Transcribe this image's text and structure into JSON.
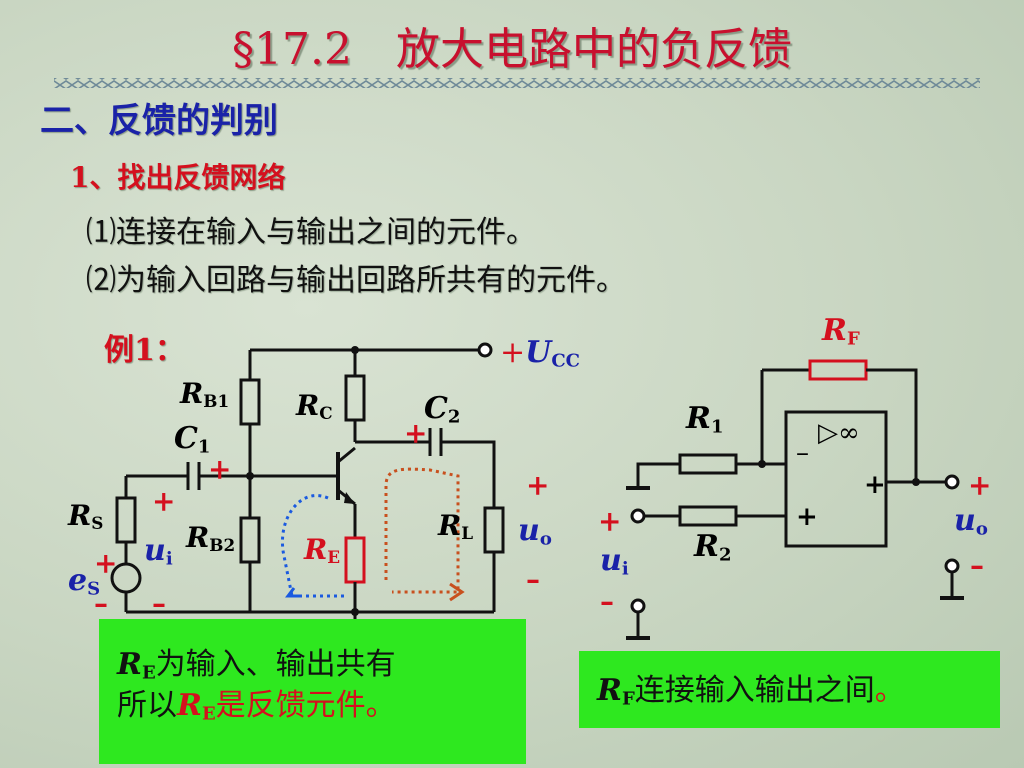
{
  "title": "§17.2　放大电路中的负反馈",
  "section": "二、反馈的判别",
  "subsection": "1、找出反馈网络",
  "points": [
    "⑴连接在输入与输出之间的元件。",
    "⑵为输入回路与输出回路所共有的元件。"
  ],
  "example_label": "例1：",
  "left_circuit": {
    "ucc_plus": "+",
    "ucc": "U",
    "ucc_sub": "CC",
    "rb1": "R",
    "rb1_sub": "B1",
    "rc": "R",
    "rc_sub": "C",
    "c2": "C",
    "c2_sub": "2",
    "c1": "C",
    "c1_sub": "1",
    "rs": "R",
    "rs_sub": "S",
    "rb2": "R",
    "rb2_sub": "B2",
    "re": "R",
    "re_sub": "E",
    "rl": "R",
    "rl_sub": "L",
    "ui": "u",
    "ui_sub": "i",
    "uo": "u",
    "uo_sub": "o",
    "es": "e",
    "es_sub": "S",
    "plus": "+",
    "minus": "–"
  },
  "right_circuit": {
    "rf": "R",
    "rf_sub": "F",
    "r1": "R",
    "r1_sub": "1",
    "r2": "R",
    "r2_sub": "2",
    "opamp_symbol": "▷∞",
    "ui": "u",
    "ui_sub": "i",
    "uo": "u",
    "uo_sub": "o",
    "plus": "+",
    "minus": "–"
  },
  "note_left": {
    "line1_sym": "R",
    "line1_sub": "E",
    "line1_text": "为输入、输出共有",
    "line2_pre": "所以",
    "line2_sym": "R",
    "line2_sub": "E",
    "line2_text": "是反馈元件。"
  },
  "note_right": {
    "sym": "R",
    "sub": "F",
    "text": "连接输入输出之间",
    "end": "。"
  },
  "colors": {
    "title": "#c8102e",
    "heading": "#1a22a8",
    "accent_red": "#d4101e",
    "note_bg": "#2ee81f",
    "wire": "#111111",
    "loop_blue": "#1a5ae0",
    "loop_orange": "#c8501e"
  }
}
